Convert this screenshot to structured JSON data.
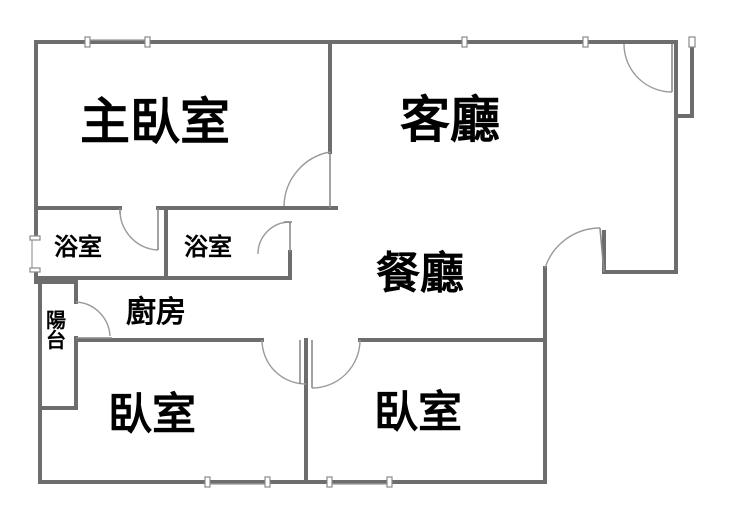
{
  "rooms": {
    "master_bedroom": "主臥室",
    "living_room": "客廳",
    "bathroom_1": "浴室",
    "bathroom_2": "浴室",
    "dining_room": "餐廳",
    "kitchen": "廚房",
    "balcony_char_1": "陽",
    "balcony_char_2": "台",
    "bedroom_1": "臥室",
    "bedroom_2": "臥室"
  }
}
